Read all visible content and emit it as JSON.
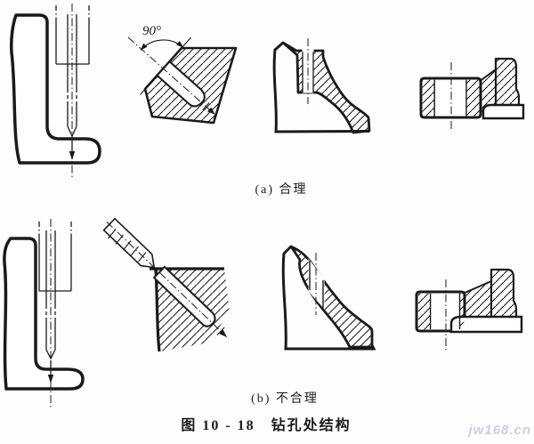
{
  "figure": {
    "labels": {
      "row_a": "(a) 合理",
      "row_b": "(b) 不合理"
    },
    "caption": "图 10 - 18　钻孔处结构",
    "annotations": {
      "angle": "90°"
    },
    "watermark": "jw168.cn",
    "colors": {
      "ink": "#1a1a1a",
      "watermark": "#ccccea",
      "paper": "#fefefe"
    }
  }
}
